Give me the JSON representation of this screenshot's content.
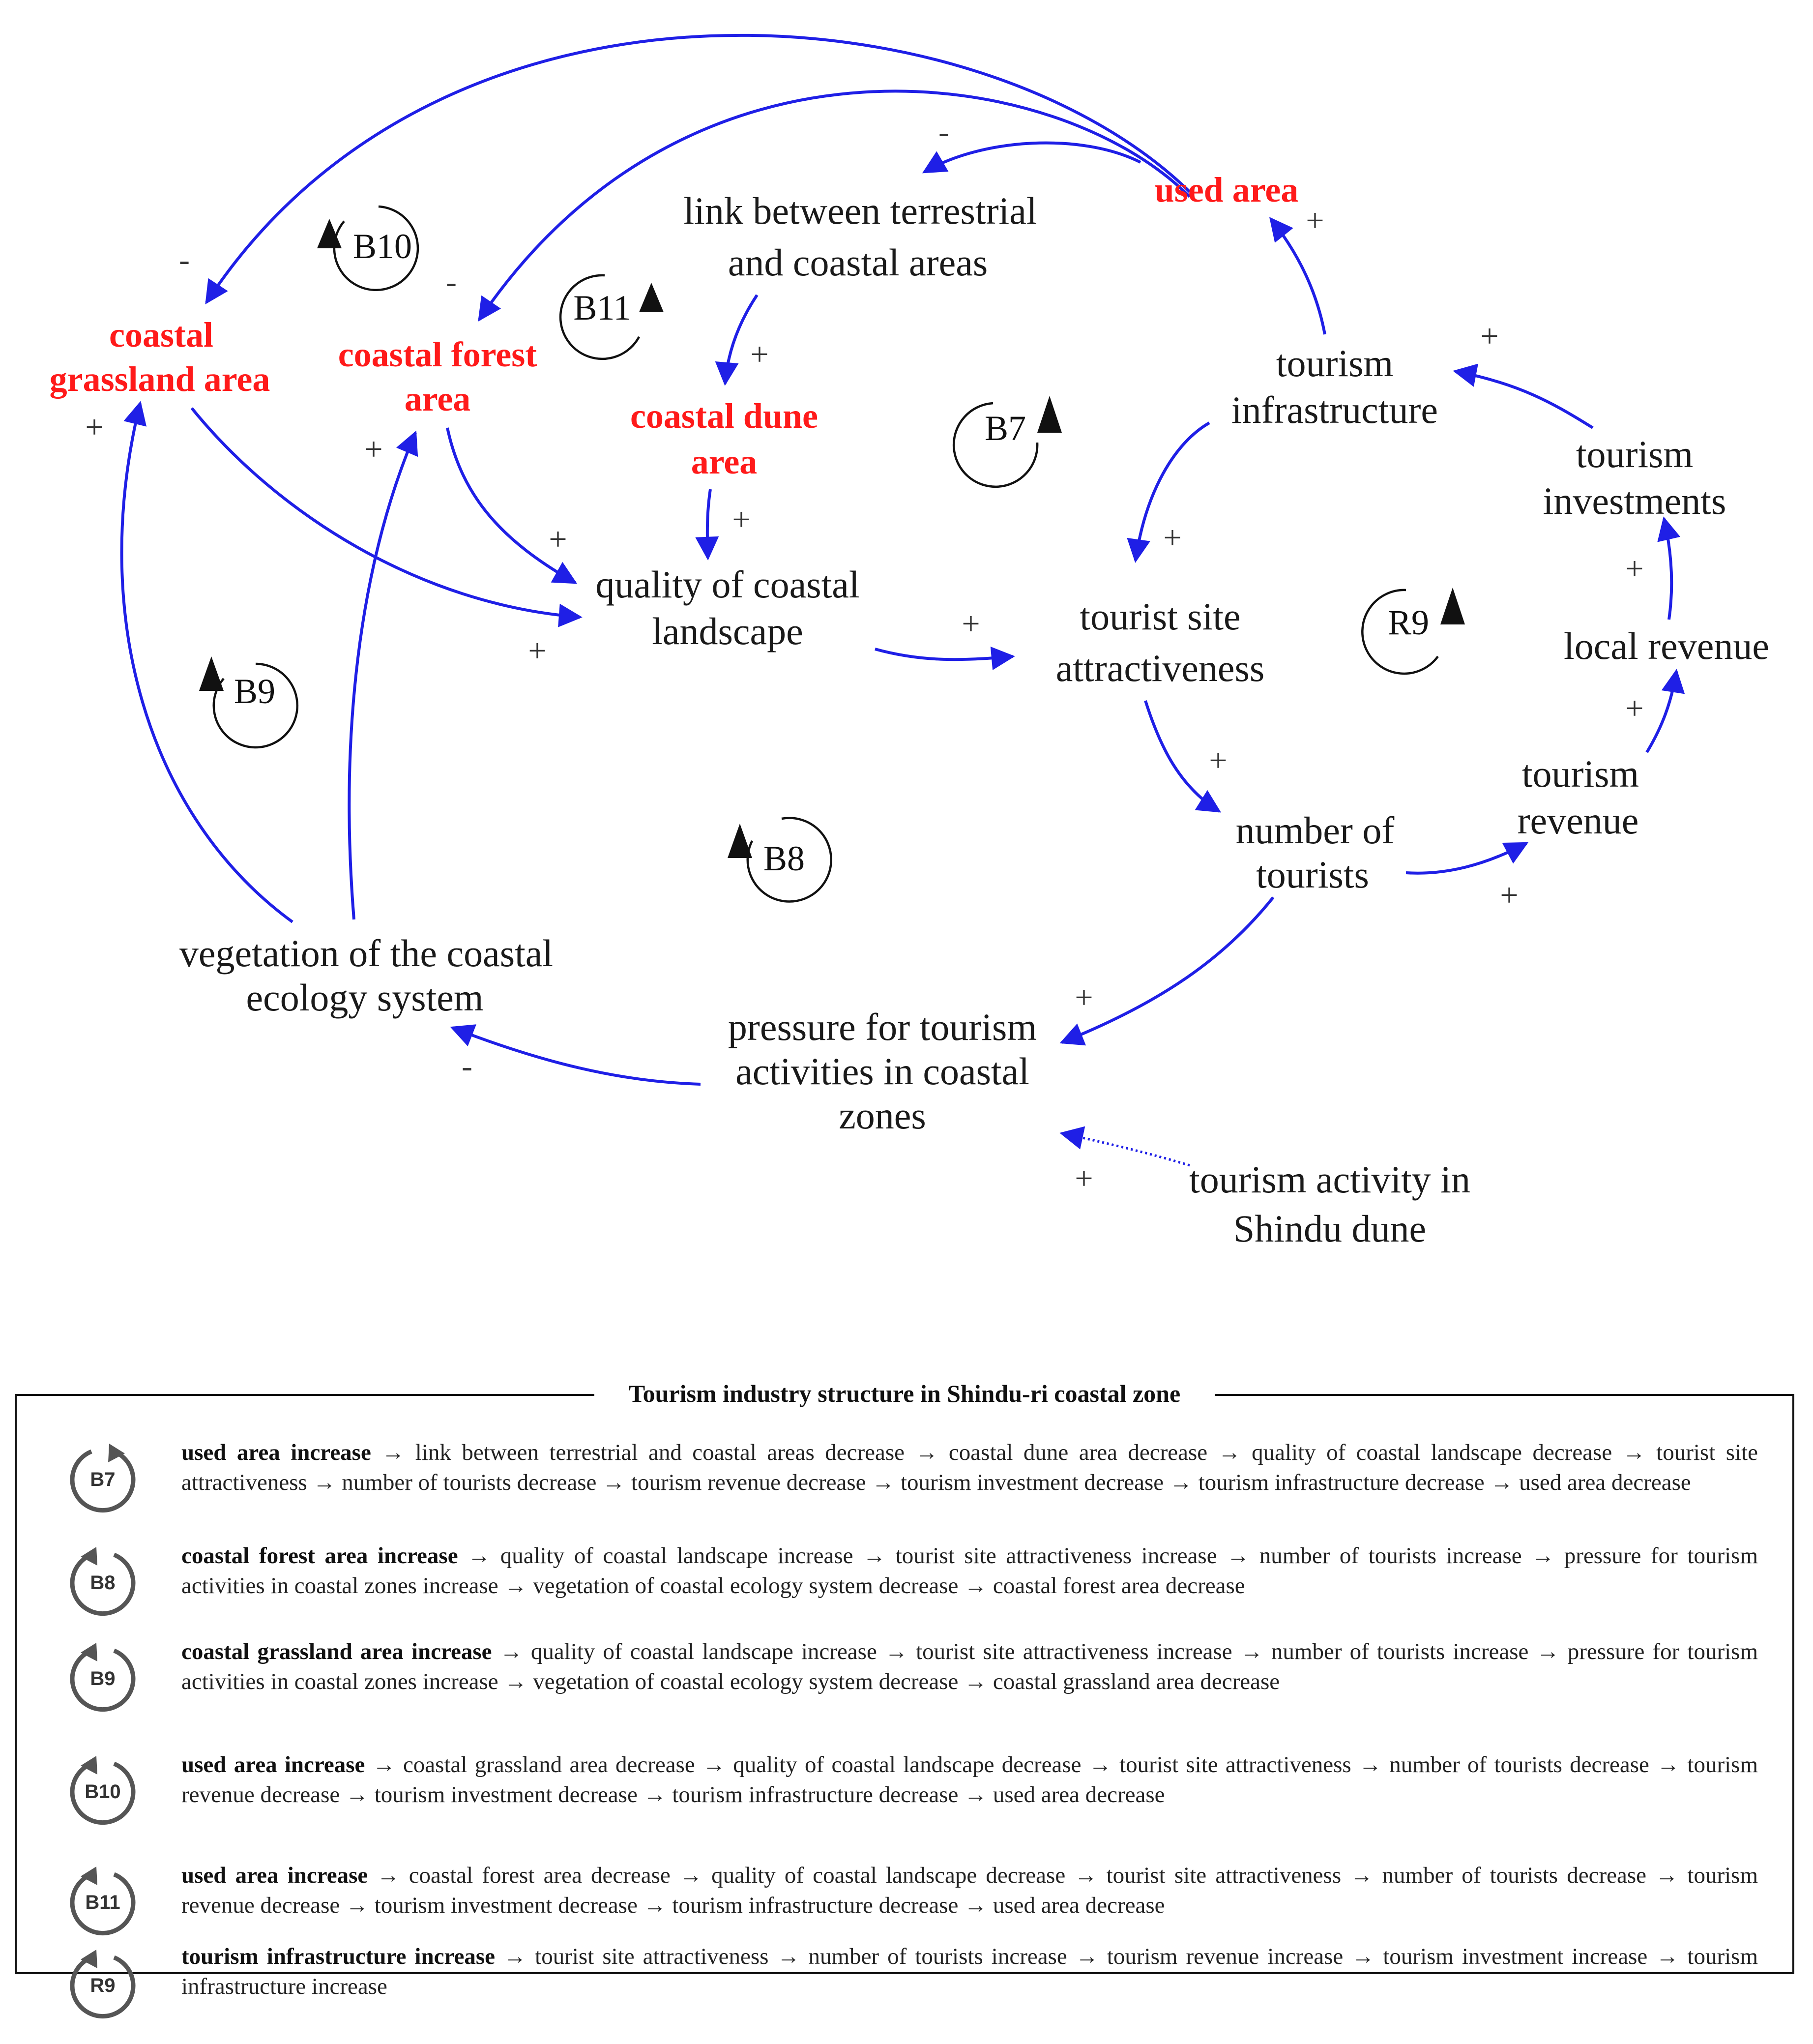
{
  "nodes": {
    "used_area": "used area",
    "link_l1": "link between terrestrial",
    "link_l2": "and coastal areas",
    "grass_l1": "coastal",
    "grass_l2": "grassland area",
    "forest_l1": "coastal forest",
    "forest_l2": "area",
    "dune_l1": "coastal dune",
    "dune_l2": "area",
    "infra_l1": "tourism",
    "infra_l2": "infrastructure",
    "invest_l1": "tourism",
    "invest_l2": "investments",
    "quality_l1": "quality of coastal",
    "quality_l2": "landscape",
    "attract_l1": "tourist site",
    "attract_l2": "attractiveness",
    "local_revenue": "local revenue",
    "revenue_l1": "tourism",
    "revenue_l2": "revenue",
    "tourists_l1": "number of",
    "tourists_l2": "tourists",
    "veg_l1": "vegetation of the coastal",
    "veg_l2": "ecology system",
    "pressure_l1": "pressure for tourism",
    "pressure_l2": "activities in coastal",
    "pressure_l3": "zones",
    "activity_l1": "tourism activity in",
    "activity_l2": "Shindu dune"
  },
  "polarity": {
    "plus": "+",
    "minus": "-"
  },
  "loops": {
    "b7": "B7",
    "b8": "B8",
    "b9": "B9",
    "b10": "B10",
    "b11": "B11",
    "r9": "R9"
  },
  "colors": {
    "link": "#1f1fe6",
    "stock_highlight": "#ff1a1a"
  },
  "legend": {
    "title": "Tourism industry structure in Shindu-ri coastal zone",
    "rows": [
      {
        "loop": "B7",
        "lead": "used area increase",
        "text": "→ link between terrestrial and coastal areas decrease → coastal dune area decrease → quality of coastal landscape decrease → tourist site attractiveness → number of tourists decrease → tourism revenue decrease → tourism investment decrease → tourism infrastructure decrease → used area decrease"
      },
      {
        "loop": "B8",
        "lead": "coastal forest area increase",
        "text": "→ quality of coastal landscape increase → tourist site attractiveness increase → number of tourists increase → pressure for tourism activities in coastal zones increase → vegetation of coastal ecology system decrease → coastal forest area decrease"
      },
      {
        "loop": "B9",
        "lead": "coastal grassland area increase",
        "text": "→ quality of coastal landscape increase → tourist site attractiveness increase → number of tourists increase → pressure for tourism activities in coastal zones increase → vegetation of coastal ecology system decrease → coastal grassland area decrease"
      },
      {
        "loop": "B10",
        "lead": "used area increase",
        "text": "→ coastal grassland area decrease → quality of coastal landscape decrease → tourist site attractiveness → number of tourists decrease → tourism revenue decrease → tourism investment decrease → tourism infrastructure decrease → used area decrease"
      },
      {
        "loop": "B11",
        "lead": "used area increase",
        "text": "→ coastal forest area decrease → quality of coastal landscape decrease → tourist site attractiveness → number of tourists decrease → tourism revenue decrease → tourism investment decrease → tourism infrastructure decrease → used area decrease"
      },
      {
        "loop": "R9",
        "lead": "tourism infrastructure increase",
        "text": "→ tourist site attractiveness → number of tourists increase → tourism revenue increase → tourism investment increase → tourism infrastructure increase"
      }
    ]
  }
}
